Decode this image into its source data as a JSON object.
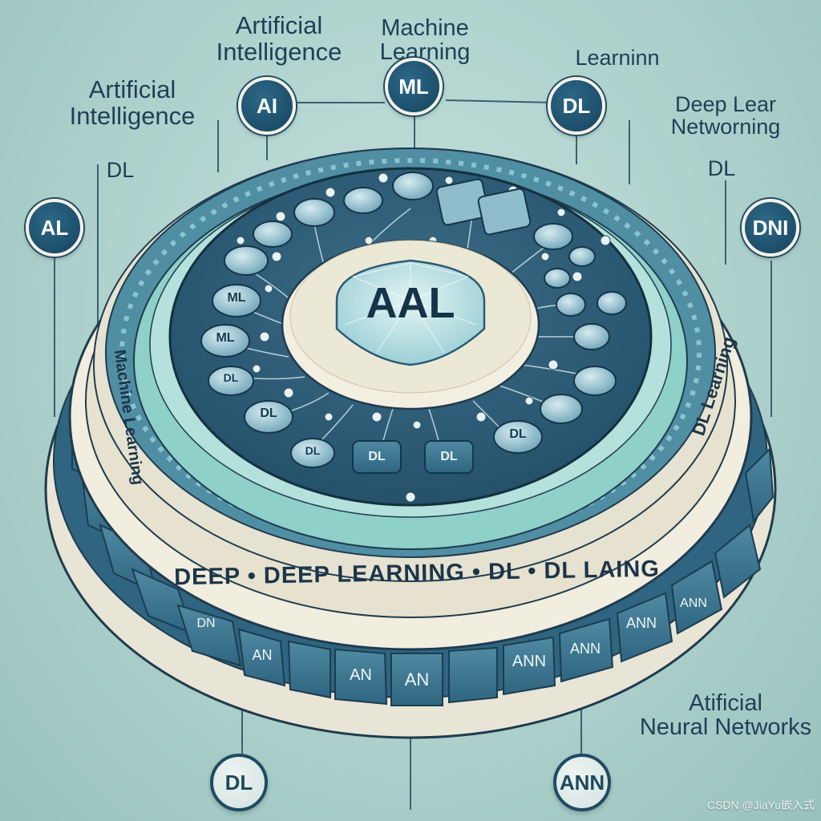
{
  "top_labels": {
    "artificial_intelligence_1": "Artificial\nIntelligence",
    "machine_learning": "Machine\nLearning",
    "learning": "Learninn",
    "artificial_intelligence_2": "Artificial\nIntelligence",
    "dl_left": "DL",
    "deep_learning_right": "Deep Lear\nNetworning",
    "dl_right": "DL"
  },
  "badges": {
    "ai": "AI",
    "ml": "ML",
    "dl_top": "DL",
    "al_left": "AL",
    "dni_right": "DNI",
    "dl_bottom": "DL",
    "ann_bottom": "ANN"
  },
  "core": {
    "label": "AAL"
  },
  "inner_ring_nodes": [
    "ML",
    "ML",
    "DL",
    "DL",
    "DL",
    "DL",
    "DL",
    "DL"
  ],
  "middle_ring_text": {
    "front": "DEEP • DEEP LEARNING • DL • DL LAING",
    "left": "Machine Learning",
    "right": "DL Learning"
  },
  "outer_ring_tiles": [
    "AN",
    "AN",
    "AN",
    "ANN",
    "ANN",
    "ANN",
    "DN",
    "ANN"
  ],
  "bottom_right_label": "Atificial\nNeural Networks",
  "watermark": "CSDN @JiaYu嵌入式",
  "colors": {
    "background": "#aed1cc",
    "navy": "#1f4b63",
    "teal_ring": "#8fd0c9",
    "cream": "#f2efe2",
    "tile_blue": "#3f7891"
  }
}
